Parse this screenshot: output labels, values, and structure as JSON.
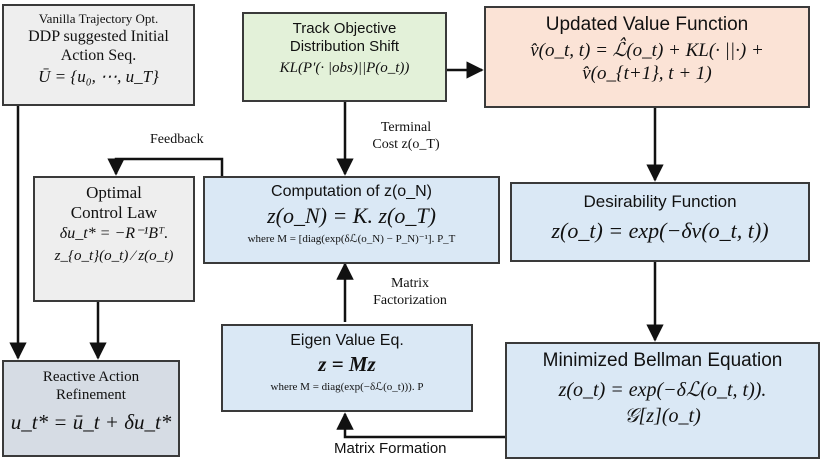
{
  "colors": {
    "grey_box": "#eeeeee",
    "green_box": "#e3f1d9",
    "orange_box": "#fbe3d6",
    "blue_box": "#dae8f5",
    "dark_grey_box": "#d6dce4",
    "stroke": "#3a3a3a",
    "arrow": "#111111"
  },
  "boxes": {
    "vanilla": {
      "title": "Vanilla Trajectory Opt.",
      "line1": "DDP suggested Initial",
      "line2": "Action Seq.",
      "formula": "Ū = {u₀, ⋯, u_T}"
    },
    "track": {
      "line1": "Track Objective",
      "line2": "Distribution Shift",
      "formula": "KL(P′(· |obs)||P(o_t))"
    },
    "updated": {
      "title": "Updated Value Function",
      "line1": "v̂(o_t, t) = ℒ̂(o_t) + KL(· ||·) +",
      "line2": "v̂(o_{t+1}, t + 1)"
    },
    "computation": {
      "title": "Computation of z(o_N)",
      "formula": "z(o_N) = K. z(o_T)",
      "note": "where M = [diag(exp(δℒ(o_N) − P_N)⁻¹]. P_T"
    },
    "optimal": {
      "line1": "Optimal",
      "line2": "Control Law",
      "line3": "δu_t* = −R⁻¹Bᵀ.",
      "line4": "z_{o_t}(o_t) ⁄ z(o_t)"
    },
    "desirability": {
      "title": "Desirability Function",
      "formula": "z(o_t) = exp(−δv(o_t, t))"
    },
    "eigen": {
      "title": "Eigen Value Eq.",
      "formula": "z = Mz",
      "note": "where M = diag(exp(−δℒ(o_t))). P"
    },
    "reactive": {
      "line1": "Reactive Action",
      "line2": "Refinement",
      "formula": "u_t* = ū_t + δu_t*"
    },
    "bellman": {
      "title": "Minimized Bellman Equation",
      "line1": "z(o_t) = exp(−δℒ(o_t, t)).",
      "line2": "𝒢[z](o_t)"
    }
  },
  "labels": {
    "feedback": "Feedback",
    "terminal1": "Terminal",
    "terminal2": "Cost z(o_T)",
    "matrix1": "Matrix",
    "matrix2": "Factorization",
    "matrix_formation": "Matrix Formation"
  }
}
